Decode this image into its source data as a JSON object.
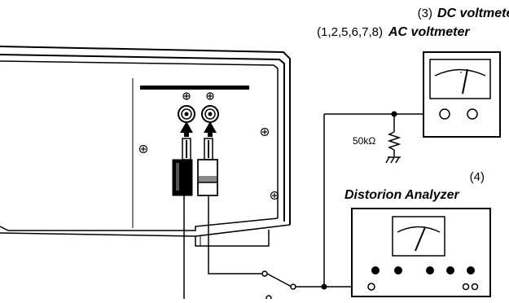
{
  "labels": {
    "dc_number": "(3)",
    "dc_title": "DC voltmeter",
    "ac_number": "(1,2,5,6,7,8)",
    "ac_title": "AC voltmeter",
    "resistor_value": "50kΩ",
    "analyzer_number": "(4)",
    "analyzer_title": "Distorion Analyzer"
  },
  "icons": {
    "jack_mount_screws": "plus-screw-icon",
    "meter_needle": "needle-icon",
    "ground": "ground-icon",
    "plug_arrow": "arrow-up-icon"
  }
}
